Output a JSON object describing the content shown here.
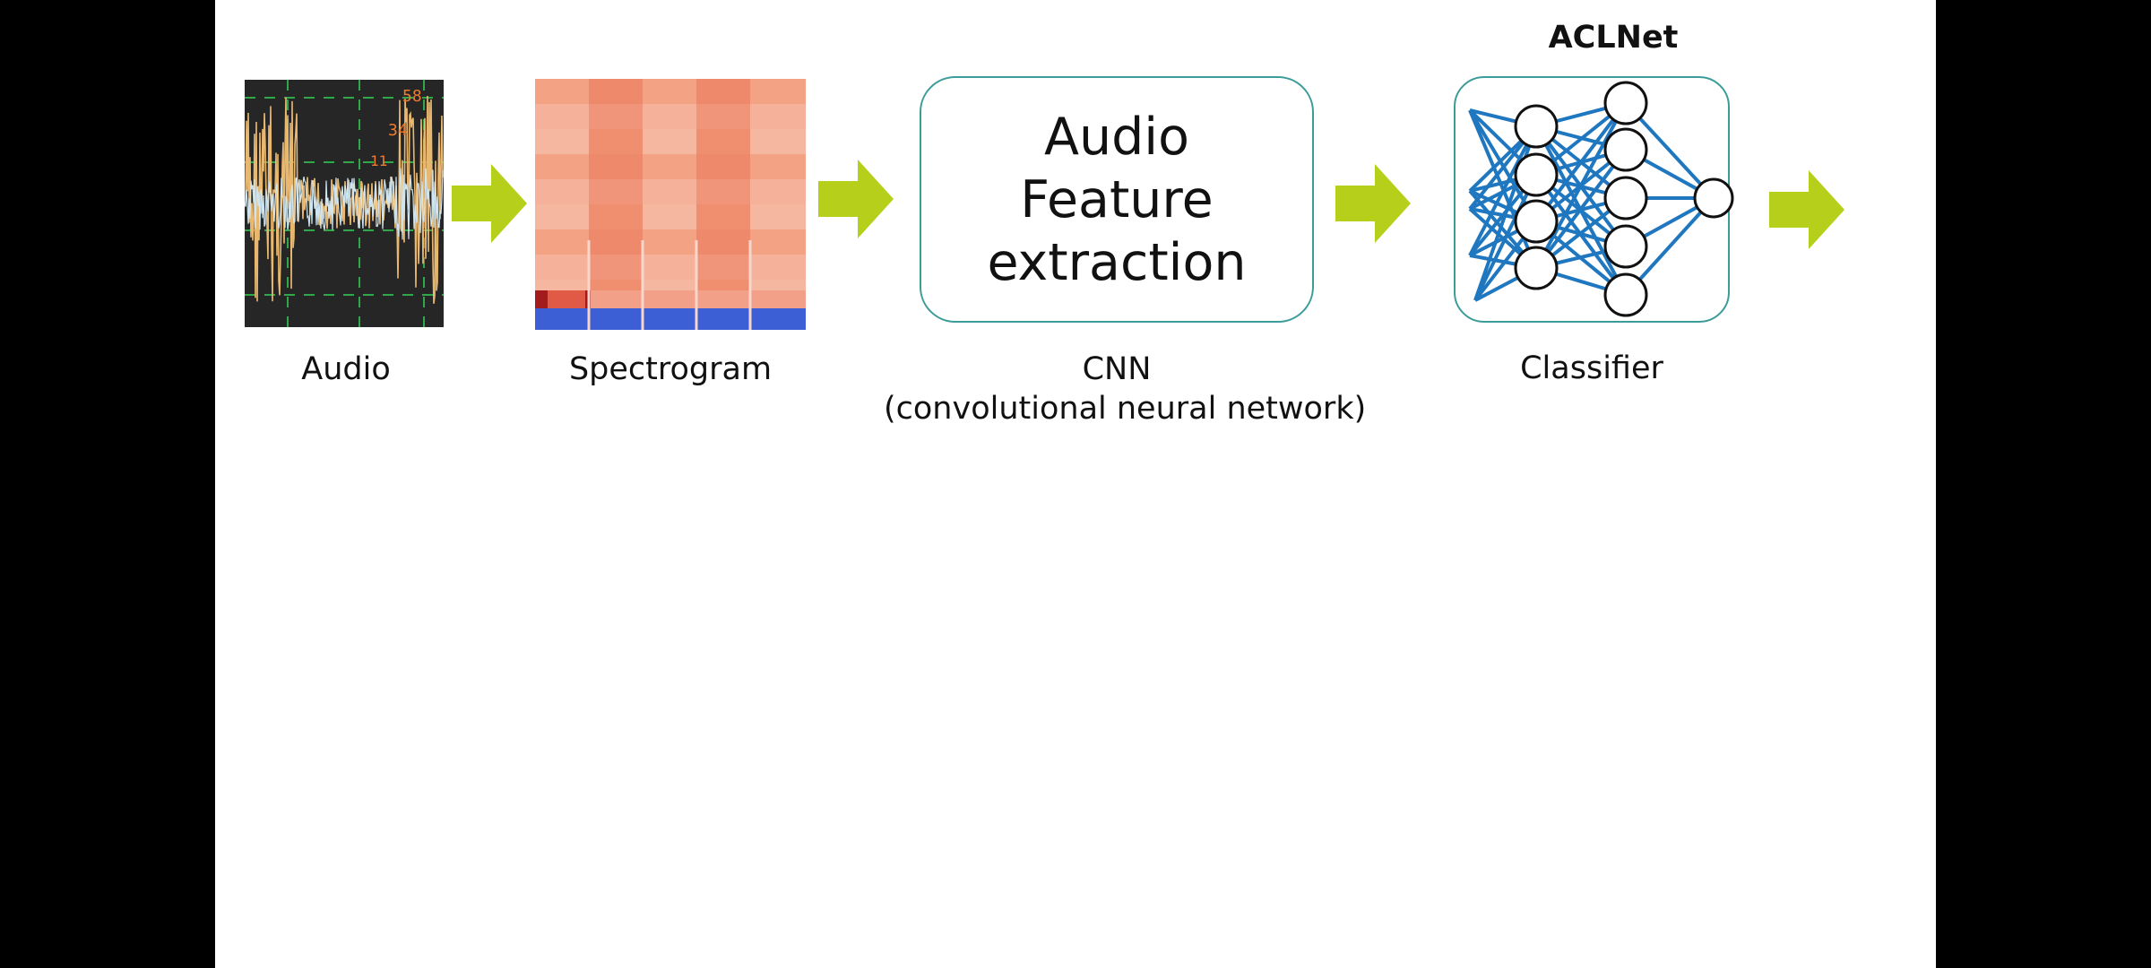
{
  "diagram": {
    "title": "ACLNet",
    "stages": [
      {
        "id": "audio",
        "label": "Audio"
      },
      {
        "id": "spectrogram",
        "label": "Spectrogram"
      },
      {
        "id": "cnn",
        "box_lines": [
          "Audio",
          "Feature",
          "extraction"
        ],
        "label_line1": "CNN",
        "label_line2": "(convolutional neural network)"
      },
      {
        "id": "classifier",
        "label": "Classifier"
      }
    ],
    "audio_readout": [
      "58",
      "34",
      "11"
    ],
    "colors": {
      "arrow": "#b5cf1a",
      "box_border": "#3b9c9a",
      "network": "#1f77c0",
      "waveform_primary": "#e8b870",
      "waveform_secondary": "#cfe6f2",
      "grid": "#2fa84a",
      "spectrogram_warm": "#f4a485",
      "spectrogram_cold": "#3c5fd6",
      "background": "#ffffff"
    },
    "network_layers": [
      4,
      5,
      1
    ]
  }
}
